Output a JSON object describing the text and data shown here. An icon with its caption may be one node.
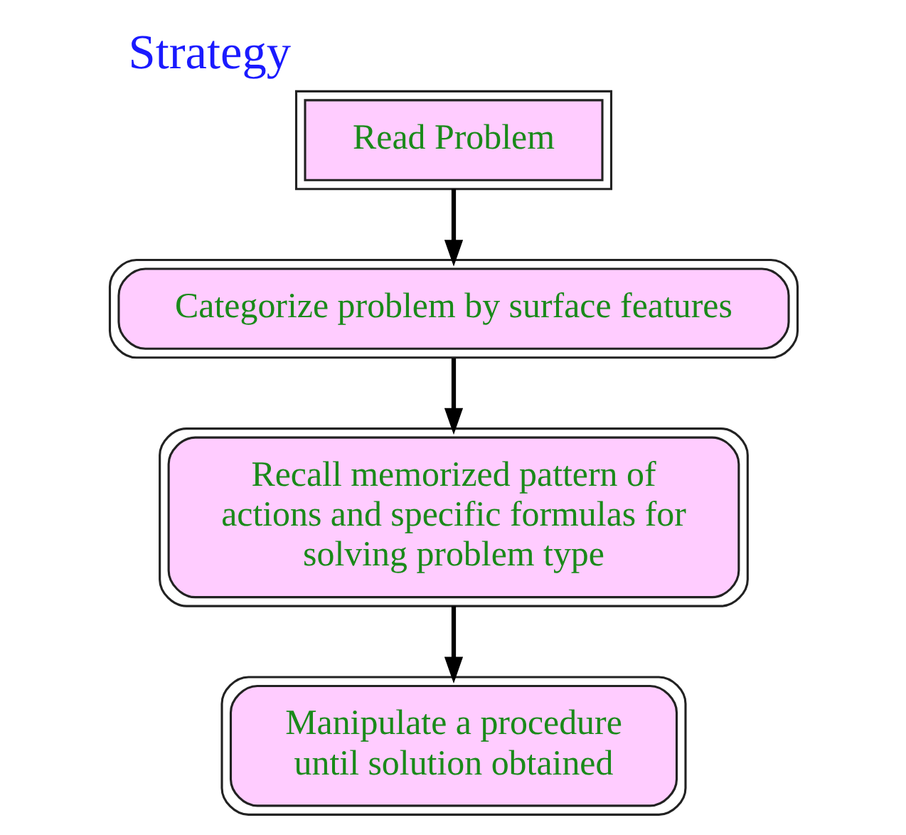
{
  "diagram": {
    "title": "Strategy",
    "nodes": [
      {
        "text": [
          "Read Problem"
        ]
      },
      {
        "text": [
          "Categorize problem by surface features"
        ]
      },
      {
        "text": [
          "Recall memorized pattern of actions and specific formulas for solving problem type"
        ]
      },
      {
        "text": [
          "Manipulate a procedure until solution obtained"
        ]
      }
    ],
    "edges": [
      {
        "from": 0,
        "to": 1,
        "arrow": "to"
      },
      {
        "from": 1,
        "to": 2,
        "arrow": "to"
      },
      {
        "from": 2,
        "to": 3,
        "arrow": "to"
      }
    ]
  }
}
